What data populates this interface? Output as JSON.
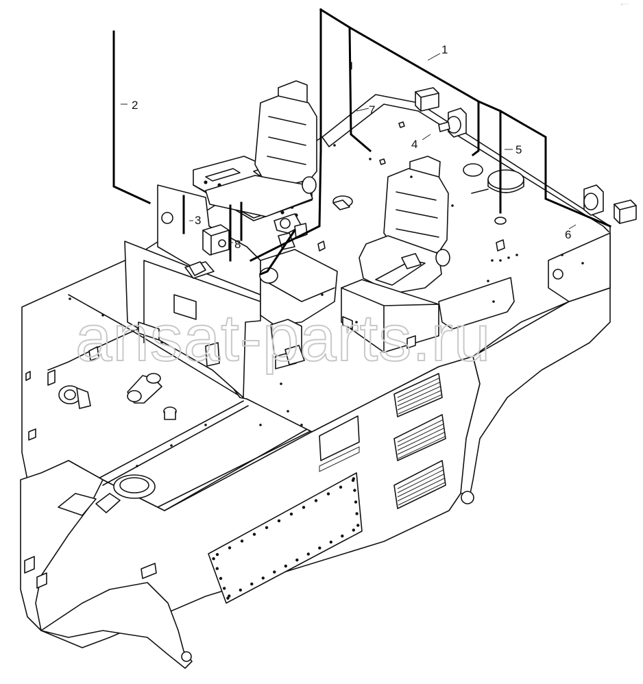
{
  "callouts": [
    {
      "id": "1",
      "label": "1"
    },
    {
      "id": "2",
      "label": "2"
    },
    {
      "id": "3",
      "label": "3"
    },
    {
      "id": "4",
      "label": "4"
    },
    {
      "id": "5",
      "label": "5"
    },
    {
      "id": "6",
      "label": "6"
    },
    {
      "id": "7",
      "label": "7"
    },
    {
      "id": "8",
      "label": "8"
    }
  ],
  "watermark": {
    "text": "ansat-parts.ru"
  },
  "corner_mark": {
    "text": "ᵉ⁻⁻"
  }
}
